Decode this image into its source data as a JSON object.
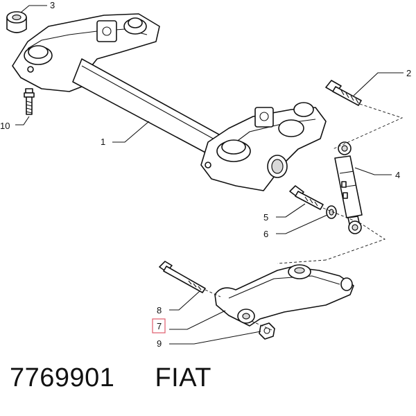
{
  "callouts": {
    "c1": "1",
    "c2": "2",
    "c3": "3",
    "c4": "4",
    "c5": "5",
    "c6": "6",
    "c7": "7",
    "c8": "8",
    "c9": "9",
    "c10": "10"
  },
  "highlight_color": "#e05a6a",
  "caption": {
    "part_number": "7769901",
    "brand": "FIAT"
  }
}
